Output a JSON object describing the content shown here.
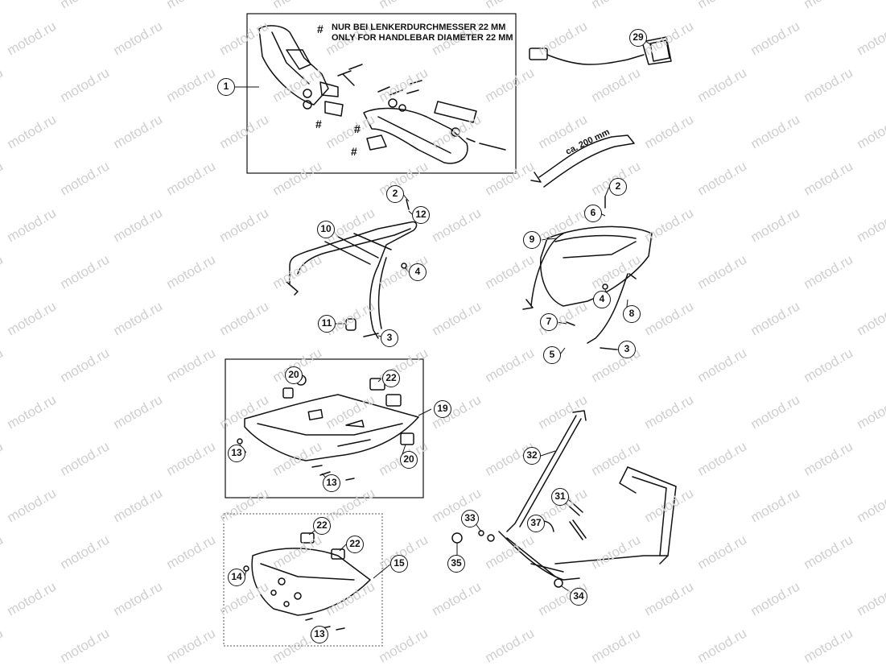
{
  "watermark": "motod.ru",
  "notes": {
    "hash_symbol": "#",
    "line_de": "NUR BEI LENKERDURCHMESSER 22 MM",
    "line_en": "ONLY FOR HANDLEBAR DIAMETER 22 MM"
  },
  "dimension": "ca. 200 mm",
  "callouts": [
    {
      "id": "c1",
      "label": "1"
    },
    {
      "id": "c29",
      "label": "29"
    },
    {
      "id": "c2a",
      "label": "2"
    },
    {
      "id": "c12",
      "label": "12"
    },
    {
      "id": "c10",
      "label": "10"
    },
    {
      "id": "c4a",
      "label": "4"
    },
    {
      "id": "c11",
      "label": "11"
    },
    {
      "id": "c3a",
      "label": "3"
    },
    {
      "id": "c2b",
      "label": "2"
    },
    {
      "id": "c6",
      "label": "6"
    },
    {
      "id": "c9",
      "label": "9"
    },
    {
      "id": "c4b",
      "label": "4"
    },
    {
      "id": "c8",
      "label": "8"
    },
    {
      "id": "c7",
      "label": "7"
    },
    {
      "id": "c5",
      "label": "5"
    },
    {
      "id": "c3b",
      "label": "3"
    },
    {
      "id": "c20a",
      "label": "20"
    },
    {
      "id": "c22a",
      "label": "22"
    },
    {
      "id": "c19",
      "label": "19"
    },
    {
      "id": "c13a",
      "label": "13"
    },
    {
      "id": "c20b",
      "label": "20"
    },
    {
      "id": "c13b",
      "label": "13"
    },
    {
      "id": "c32",
      "label": "32"
    },
    {
      "id": "c31",
      "label": "31"
    },
    {
      "id": "c33",
      "label": "33"
    },
    {
      "id": "c37",
      "label": "37"
    },
    {
      "id": "c35",
      "label": "35"
    },
    {
      "id": "c34",
      "label": "34"
    },
    {
      "id": "c22b",
      "label": "22"
    },
    {
      "id": "c22c",
      "label": "22"
    },
    {
      "id": "c15",
      "label": "15"
    },
    {
      "id": "c14",
      "label": "14"
    },
    {
      "id": "c13c",
      "label": "13"
    }
  ]
}
